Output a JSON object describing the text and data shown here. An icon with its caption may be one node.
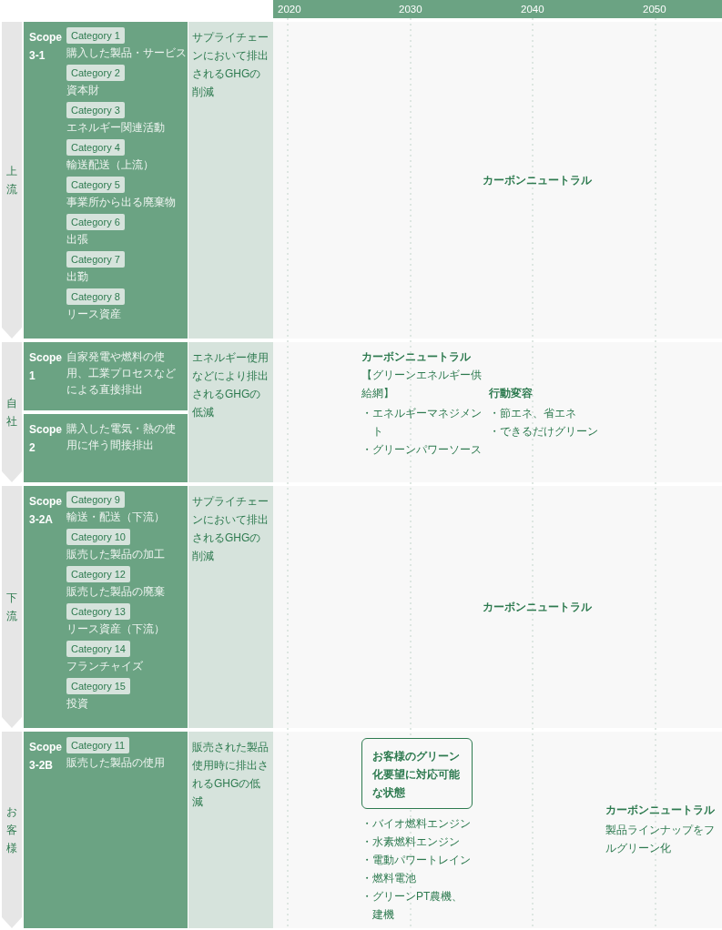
{
  "diagram": {
    "nodes": [
      {
        "text": [
          "上流"
        ]
      },
      {
        "text": [
          "Scope 3-1"
        ]
      },
      {
        "text": [
          "Category 1"
        ],
        "in": 1,
        "beside": [
          "購入した製品・サービス"
        ]
      },
      {
        "text": [
          "Category 2"
        ],
        "in": 1,
        "beside": [
          "資本財"
        ]
      },
      {
        "text": [
          "Category 3"
        ],
        "in": 1,
        "beside": [
          "エネルギー関連活動"
        ]
      },
      {
        "text": [
          "Category 4"
        ],
        "in": 1,
        "beside": [
          "輸送配送（上流）"
        ]
      },
      {
        "text": [
          "Category 5"
        ],
        "in": 1,
        "beside": [
          "事業所から出る廃棄物"
        ]
      },
      {
        "text": [
          "Category 6"
        ],
        "in": 1,
        "beside": [
          "出張"
        ]
      },
      {
        "text": [
          "Category 7"
        ],
        "in": 1,
        "beside": [
          "出勤"
        ]
      },
      {
        "text": [
          "Category 8"
        ],
        "in": 1,
        "beside": [
          "リース資産"
        ]
      },
      {
        "text": [
          "サプライチェーンにおいて排出されるGHGの削減"
        ]
      },
      {
        "text": [
          "自社"
        ]
      },
      {
        "text": [
          "Scope 1",
          "自家発電や燃料の使用、工業プロセスなどによる直接排出"
        ]
      },
      {
        "text": [
          "Scope 2",
          "購入した電気・熱の使用に伴う間接排出"
        ]
      },
      {
        "text": [
          "エネルギー使用などにより排出されるGHGの低減"
        ]
      },
      {
        "text": [
          "下流"
        ]
      },
      {
        "text": [
          "Scope 3-2A"
        ]
      },
      {
        "text": [
          "Category 9"
        ],
        "in": 16,
        "beside": [
          "輸送・配送（下流）"
        ]
      },
      {
        "text": [
          "Category 10"
        ],
        "in": 16,
        "beside": [
          "販売した製品の加工"
        ]
      },
      {
        "text": [
          "Category 12"
        ],
        "in": 16,
        "beside": [
          "販売した製品の廃棄"
        ]
      },
      {
        "text": [
          "Category 13"
        ],
        "in": 16,
        "beside": [
          "リース資産（下流）"
        ]
      },
      {
        "text": [
          "Category 14"
        ],
        "in": 16,
        "beside": [
          "フランチャイズ"
        ]
      },
      {
        "text": [
          "Category 15"
        ],
        "in": 16,
        "beside": [
          "投資"
        ]
      },
      {
        "text": [
          "サプライチェーンにおいて排出されるGHGの削減"
        ]
      },
      {
        "text": [
          "お客様"
        ]
      },
      {
        "text": [
          "Scope 3-2B"
        ]
      },
      {
        "text": [
          "Category 11"
        ],
        "in": 25,
        "beside": [
          "販売した製品の使用"
        ]
      },
      {
        "text": [
          "販売された製品使用時に排出されるGHGの低減"
        ]
      },
      {
        "text": [
          "お客様のグリーン化要望に対応可能な状態"
        ]
      }
    ],
    "labels": [
      "2020",
      "2030",
      "2040",
      "2050",
      "カーボンニュートラル",
      "カーボンニュートラル",
      "【グリーンエネルギー供給網】",
      "・エネルギーマネジメント",
      "・グリーンパワーソース",
      "行動変容",
      "・節エネ、省エネ",
      "・できるだけグリーン",
      "カーボンニュートラル",
      "・バイオ燃料エンジン",
      "・水素燃料エンジン",
      "・電動パワートレイン",
      "・燃料電池",
      "・グリーンPT農機、建機",
      "カーボンニュートラル",
      "製品ラインナップをフルグリーン化"
    ]
  }
}
